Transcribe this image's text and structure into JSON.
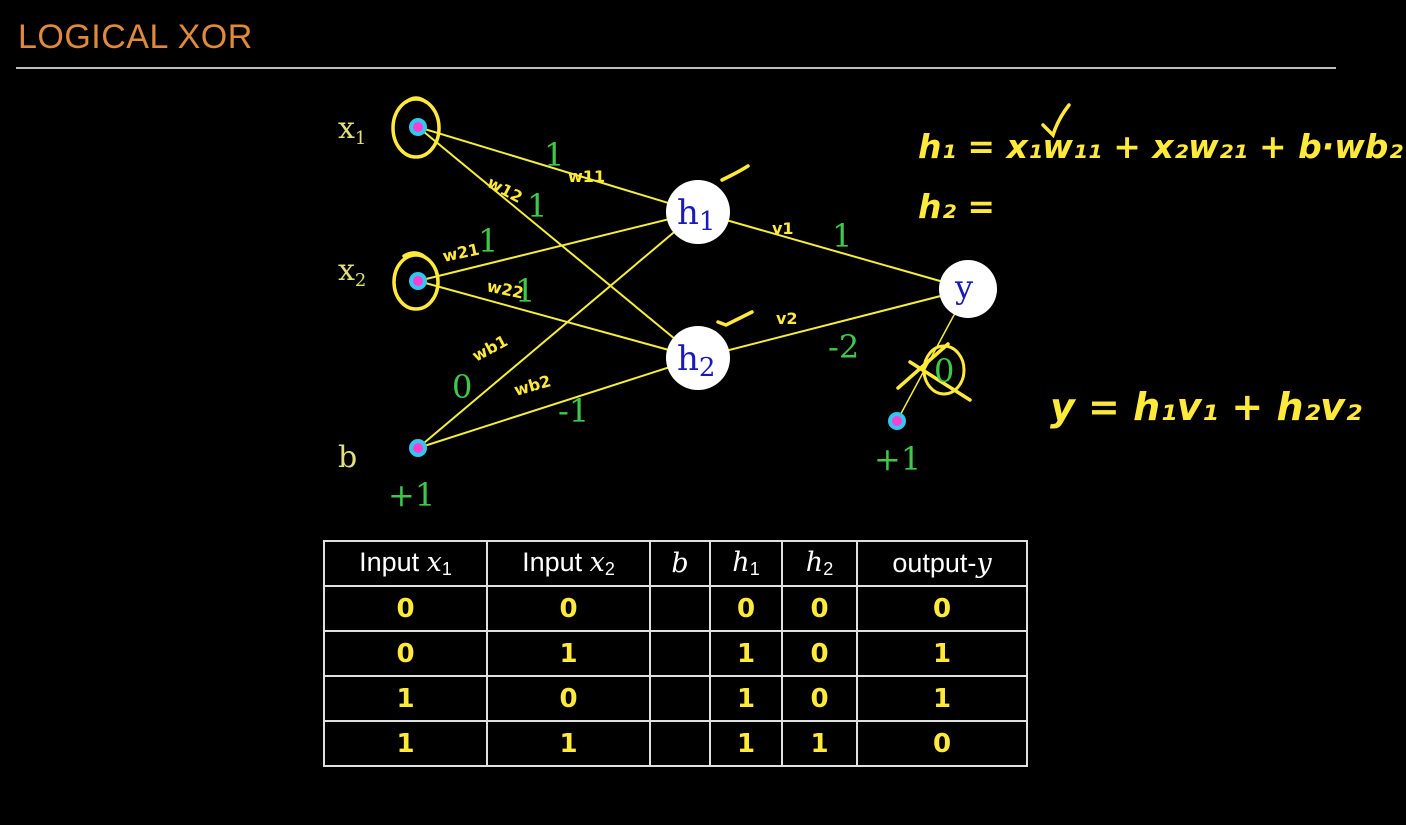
{
  "slide": {
    "title": "LOGICAL XOR"
  },
  "network": {
    "input_labels": {
      "x1": "x",
      "x1_sub": "1",
      "x2": "x",
      "x2_sub": "2",
      "b": "b"
    },
    "bias_label": "+1",
    "hidden_nodes": [
      {
        "name": "h",
        "sub": "1"
      },
      {
        "name": "h",
        "sub": "2"
      }
    ],
    "output_node": "y",
    "output_bias_label": "+1",
    "weights": {
      "w11": "1",
      "w12": "1",
      "w21": "1",
      "w22": "1",
      "wb1": "0",
      "wb2": "-1",
      "v1": "1",
      "v2": "-2",
      "output_bias": "0"
    },
    "handwritten_weight_labels": {
      "w11": "w11",
      "w12": "w12",
      "w21": "w21",
      "w22": "w22",
      "wb1": "wb1",
      "wb2": "wb2",
      "v1": "v1",
      "v2": "v2"
    }
  },
  "equations": {
    "h1": "h₁ = x₁w₁₁ + x₂w₂₁ + b·wb₂",
    "h2": "h₂ =",
    "y": "y = h₁v₁ + h₂v₂"
  },
  "truth_table": {
    "headers": [
      {
        "text": "Input ",
        "var": "x",
        "sub": "1"
      },
      {
        "text": "Input ",
        "var": "x",
        "sub": "2"
      },
      {
        "text": "",
        "var": "b",
        "sub": ""
      },
      {
        "text": "",
        "var": "h",
        "sub": "1"
      },
      {
        "text": "",
        "var": "h",
        "sub": "2"
      },
      {
        "text": "output-",
        "var": "y",
        "sub": ""
      }
    ],
    "rows": [
      [
        "0",
        "0",
        "",
        "0",
        "0",
        "0"
      ],
      [
        "0",
        "1",
        "",
        "1",
        "0",
        "1"
      ],
      [
        "1",
        "0",
        "",
        "1",
        "0",
        "1"
      ],
      [
        "1",
        "1",
        "",
        "1",
        "1",
        "0"
      ]
    ]
  },
  "colors": {
    "background": "#000000",
    "title": "#e08a3c",
    "edge": "#f5ee3a",
    "weight_value": "#3ec94a",
    "input_dot": "#ff3fd4",
    "input_dot_ring": "#30c8f0",
    "node_fill": "#ffffff",
    "node_text": "#1a1ab8",
    "handwriting": "#ffea3b",
    "table_border": "#e0e0e0"
  }
}
